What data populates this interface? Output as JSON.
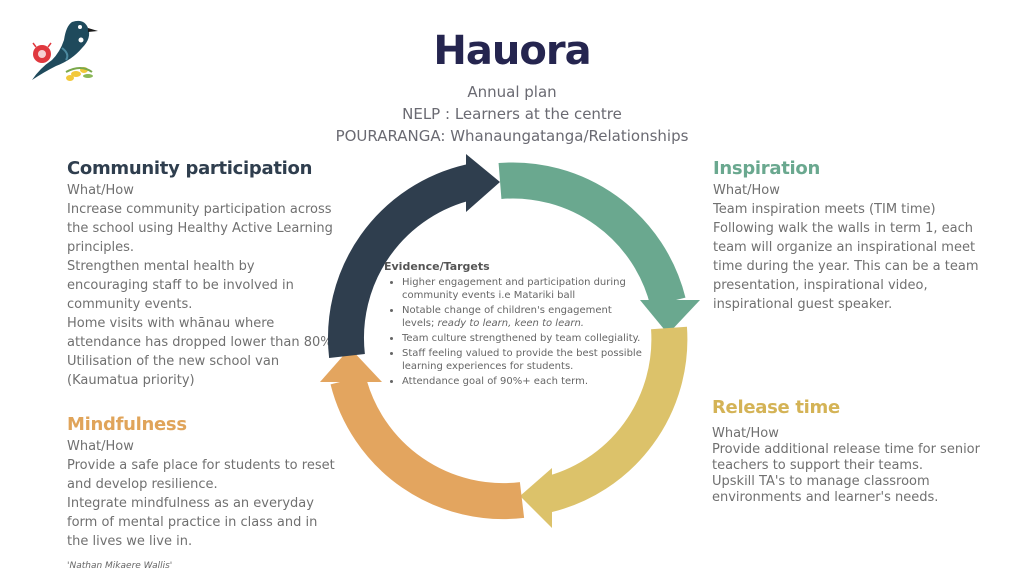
{
  "header": {
    "title": "Hauora",
    "line1": "Annual plan",
    "line2": "NELP : Learners at the centre",
    "line3": "POURARANGA: Whanaungatanga/Relationships"
  },
  "community": {
    "heading": "Community participation",
    "sub": "What/How",
    "paragraphs": [
      "Increase community participation across the school using Healthy Active Learning principles.",
      "Strengthen mental health by encouraging staff to be involved in community events.",
      "Home visits with whānau where attendance has dropped lower than 80%. Utilisation of the new school van (Kaumatua priority)"
    ]
  },
  "mindfulness": {
    "heading": "Mindfulness",
    "sub": "What/How",
    "paragraphs": [
      "Provide a safe place for students to reset and develop resilience.",
      "Integrate mindfulness as an everyday form of mental practice in class and in the lives we live in."
    ],
    "quote": "'Nathan Mikaere Wallis'"
  },
  "inspiration": {
    "heading": "Inspiration",
    "sub": "What/How",
    "paragraphs": [
      "Team inspiration meets (TIM time)",
      "Following walk the walls in term 1, each team will organize an inspirational meet time during the year. This can be a team presentation, inspirational video, inspirational guest speaker."
    ]
  },
  "release": {
    "heading": "Release time",
    "sub": "What/How",
    "paragraphs": [
      "Provide additional release time for senior teachers to support their teams.",
      "Upskill TA's to manage classroom environments and learner's needs."
    ]
  },
  "evidence": {
    "title": "Evidence/Targets",
    "items": [
      "Higher engagement and participation during community events i.e Matariki ball",
      "Notable change of children's engagement levels;",
      "Team culture strengthened by team collegiality.",
      "Staff feeling valued to provide the best possible learning experiences for students.",
      "Attendance goal of 90%+ each term."
    ],
    "item2_emphasis": "ready to learn, keen to learn."
  },
  "colors": {
    "navy": "#2f3e4e",
    "green": "#6aa88f",
    "yellow": "#dcc26a",
    "orange": "#e3a55f",
    "title": "#25254f"
  },
  "icons": {
    "logo": "tui-bird-icon"
  }
}
